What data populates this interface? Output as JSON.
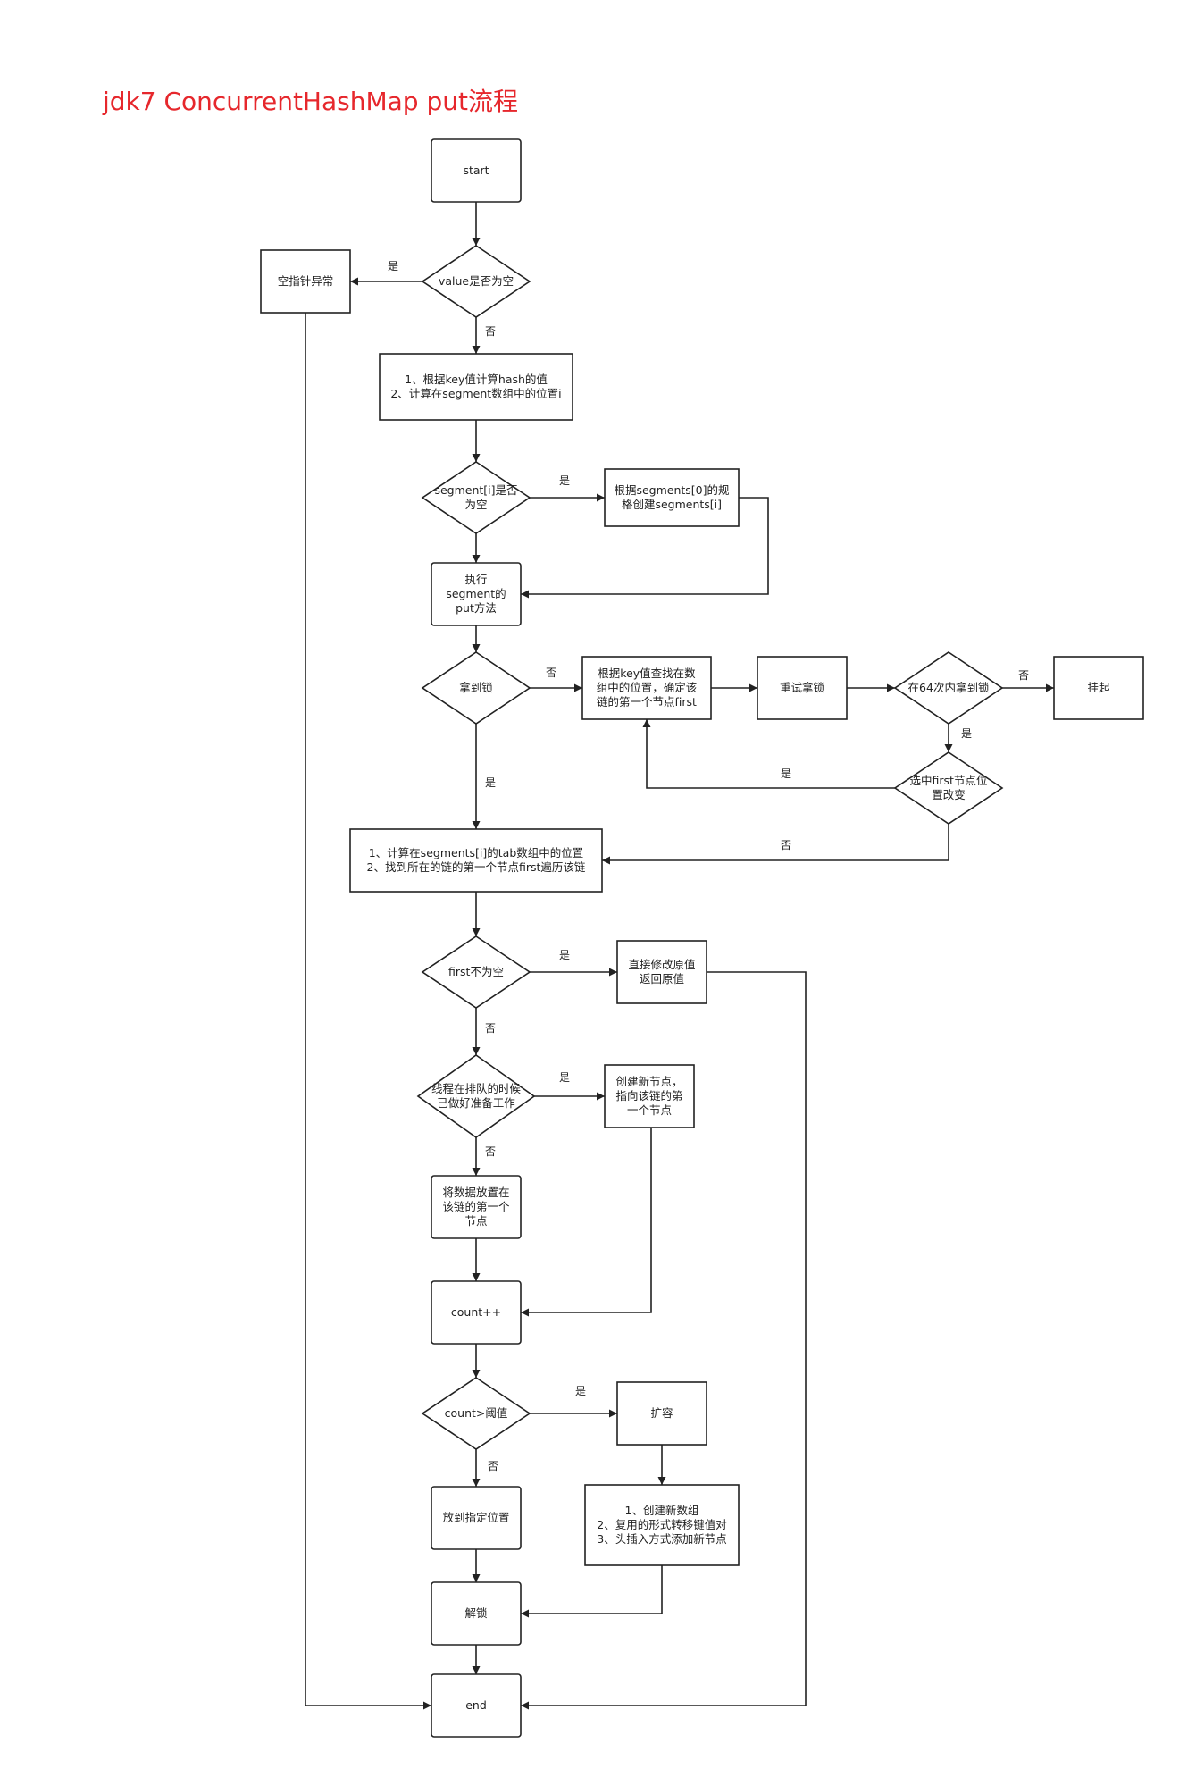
{
  "title": "jdk7 ConcurrentHashMap put流程",
  "nodes": {
    "start": [
      "start"
    ],
    "value_null": [
      "value是否为空"
    ],
    "npe": [
      "空指针异常"
    ],
    "hash": [
      "1、根据key值计算hash的值",
      "2、计算在segment数组中的位置i"
    ],
    "seg_null": [
      "segment[i]是否",
      "为空"
    ],
    "create_seg": [
      "根据segments[0]的规",
      "格创建segments[i]"
    ],
    "seg_put": [
      "执行",
      "segment的",
      "put方法"
    ],
    "lock": [
      "拿到锁"
    ],
    "find_first": [
      "根据key值查找在数",
      "组中的位置，确定该",
      "链的第一个节点first"
    ],
    "retry": [
      "重试拿锁"
    ],
    "lock64": [
      "在64次内拿到锁"
    ],
    "suspend": [
      "挂起"
    ],
    "first_changed": [
      "选中first节点位",
      "置改变"
    ],
    "calc_tab": [
      "1、计算在segments[i]的tab数组中的位置",
      "2、找到所在的链的第一个节点first遍历该链"
    ],
    "first_notnull": [
      "first不为空"
    ],
    "replace": [
      "直接修改原值",
      "返回原值"
    ],
    "queue_ready": [
      "线程在排队的时候",
      "已做好准备工作"
    ],
    "new_node": [
      "创建新节点，",
      "指向该链的第",
      "一个节点"
    ],
    "put_first": [
      "将数据放置在",
      "该链的第一个",
      "节点"
    ],
    "count": [
      "count++"
    ],
    "threshold": [
      "count>阈值"
    ],
    "put_pos": [
      "放到指定位置"
    ],
    "resize": [
      "扩容"
    ],
    "resize_steps": [
      "1、创建新数组",
      "2、复用的形式转移键值对",
      "3、头插入方式添加新节点"
    ],
    "unlock": [
      "解锁"
    ],
    "end": [
      "end"
    ]
  },
  "edge_labels": {
    "value_yes": "是",
    "value_no": "否",
    "seg_yes": "是",
    "lock_no": "否",
    "lock_yes": "是",
    "lock64_no": "否",
    "lock64_yes": "是",
    "changed_yes": "是",
    "changed_no": "否",
    "first_yes": "是",
    "first_no": "否",
    "queue_yes": "是",
    "queue_no": "否",
    "threshold_yes": "是",
    "threshold_no": "否"
  }
}
